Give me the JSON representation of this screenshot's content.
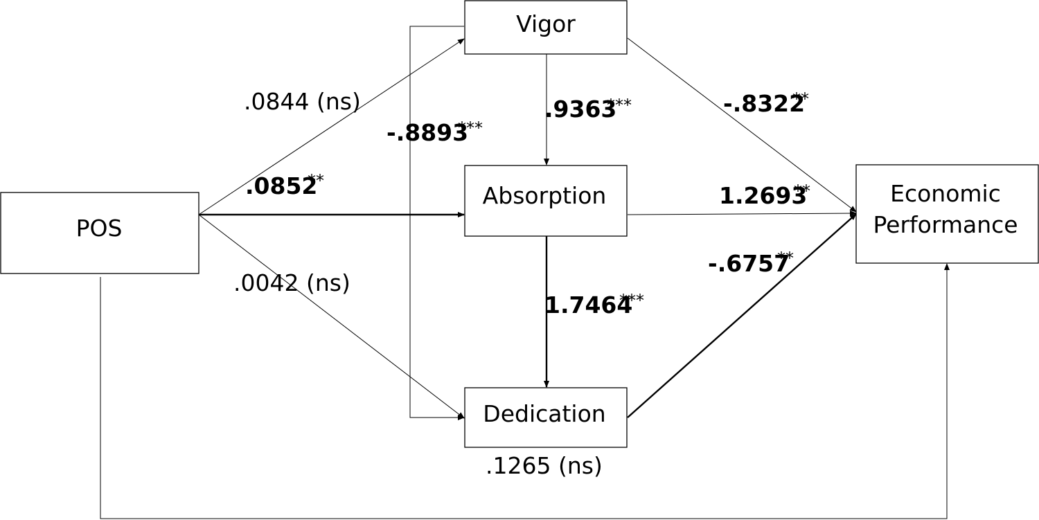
{
  "nodes": {
    "vigor": "Vigor",
    "absorption": "Absorption",
    "dedication": "Dedication",
    "pos": "POS",
    "economic_line1": "Economic",
    "economic_line2": "Performance"
  },
  "paths": [
    {
      "from": "POS",
      "to": "Vigor",
      "value": ".0844 (ns)",
      "stars": "",
      "bold": false
    },
    {
      "from": "POS",
      "to": "Absorption",
      "value": ".0852",
      "stars": "**",
      "bold": true
    },
    {
      "from": "POS",
      "to": "Dedication",
      "value": ".0042 (ns)",
      "stars": "",
      "bold": false
    },
    {
      "from": "Vigor",
      "to": "Absorption",
      "value": ".9363",
      "stars": "***",
      "bold": true
    },
    {
      "from": "Vigor",
      "to": "Dedication",
      "value": "-.8893",
      "stars": "***",
      "bold": true
    },
    {
      "from": "Absorption",
      "to": "Dedication",
      "value": "1.7464",
      "stars": "***",
      "bold": true
    },
    {
      "from": "Vigor",
      "to": "Economic Performance",
      "value": "-.8322",
      "stars": "**",
      "bold": true
    },
    {
      "from": "Absorption",
      "to": "Economic Performance",
      "value": "1.2693",
      "stars": "**",
      "bold": true
    },
    {
      "from": "Dedication",
      "to": "Economic Performance",
      "value": "-.6757",
      "stars": "**",
      "bold": true
    },
    {
      "from": "POS",
      "to": "Economic Performance",
      "value": ".1265 (ns)",
      "stars": "",
      "bold": false
    }
  ]
}
